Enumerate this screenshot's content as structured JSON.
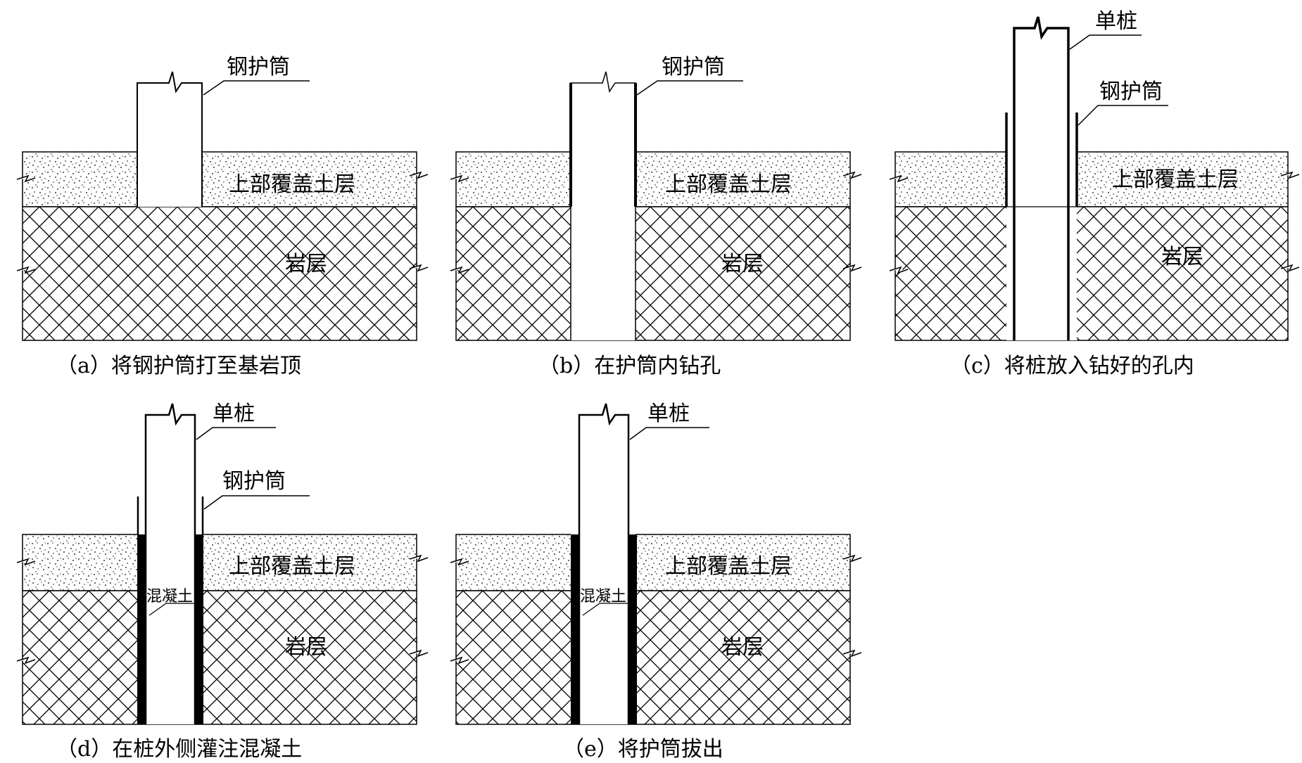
{
  "panels": [
    {
      "id": "a",
      "caption": "（a）将钢护筒打至基岩顶",
      "soil_label": "上部覆盖土层",
      "rock_label": "岩层",
      "casing_label": "钢护筒"
    },
    {
      "id": "b",
      "caption": "（b）在护筒内钻孔",
      "soil_label": "上部覆盖土层",
      "rock_label": "岩层",
      "casing_label": "钢护筒"
    },
    {
      "id": "c",
      "caption": "（c）将桩放入钻好的孔内",
      "soil_label": "上部覆盖土层",
      "rock_label": "岩层",
      "pile_label": "单桩",
      "casing_label": "钢护筒"
    },
    {
      "id": "d",
      "caption": "（d）在桩外侧灌注混凝土",
      "soil_label": "上部覆盖土层",
      "rock_label": "岩层",
      "pile_label": "单桩",
      "casing_label": "钢护筒",
      "concrete_label": "混凝土"
    },
    {
      "id": "e",
      "caption": "（e）将护筒拔出",
      "soil_label": "上部覆盖土层",
      "rock_label": "岩层",
      "pile_label": "单桩",
      "concrete_label": "混凝土"
    }
  ]
}
